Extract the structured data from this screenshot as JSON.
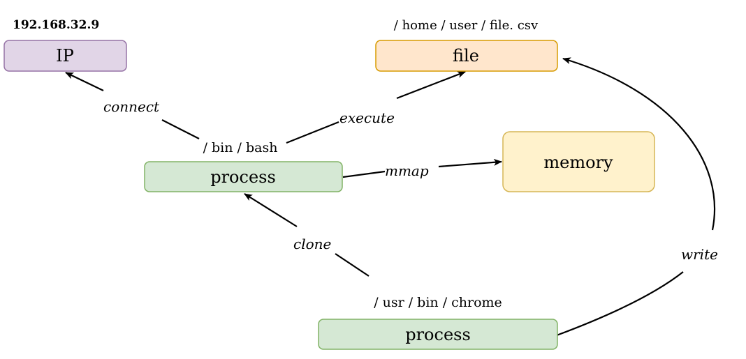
{
  "colors": {
    "ip": {
      "fill": "#e1d5e7",
      "stroke": "#9673a6"
    },
    "file": {
      "fill": "#ffe6cc",
      "stroke": "#d79b00"
    },
    "memory": {
      "fill": "#fff2cc",
      "stroke": "#d6b656"
    },
    "process": {
      "fill": "#d5e8d4",
      "stroke": "#82b366"
    }
  },
  "nodes": {
    "ip": {
      "label": "IP",
      "annotation": "192.168.32.9"
    },
    "file": {
      "label": "file",
      "annotation": "/ home / user / file. csv"
    },
    "memory": {
      "label": "memory"
    },
    "process_bash": {
      "label": "process",
      "annotation": "/ bin / bash"
    },
    "process_chrome": {
      "label": "process",
      "annotation": "/ usr / bin / chrome"
    }
  },
  "edges": {
    "connect": "connect",
    "execute": "execute",
    "mmap": "mmap",
    "clone": "clone",
    "write": "write"
  }
}
